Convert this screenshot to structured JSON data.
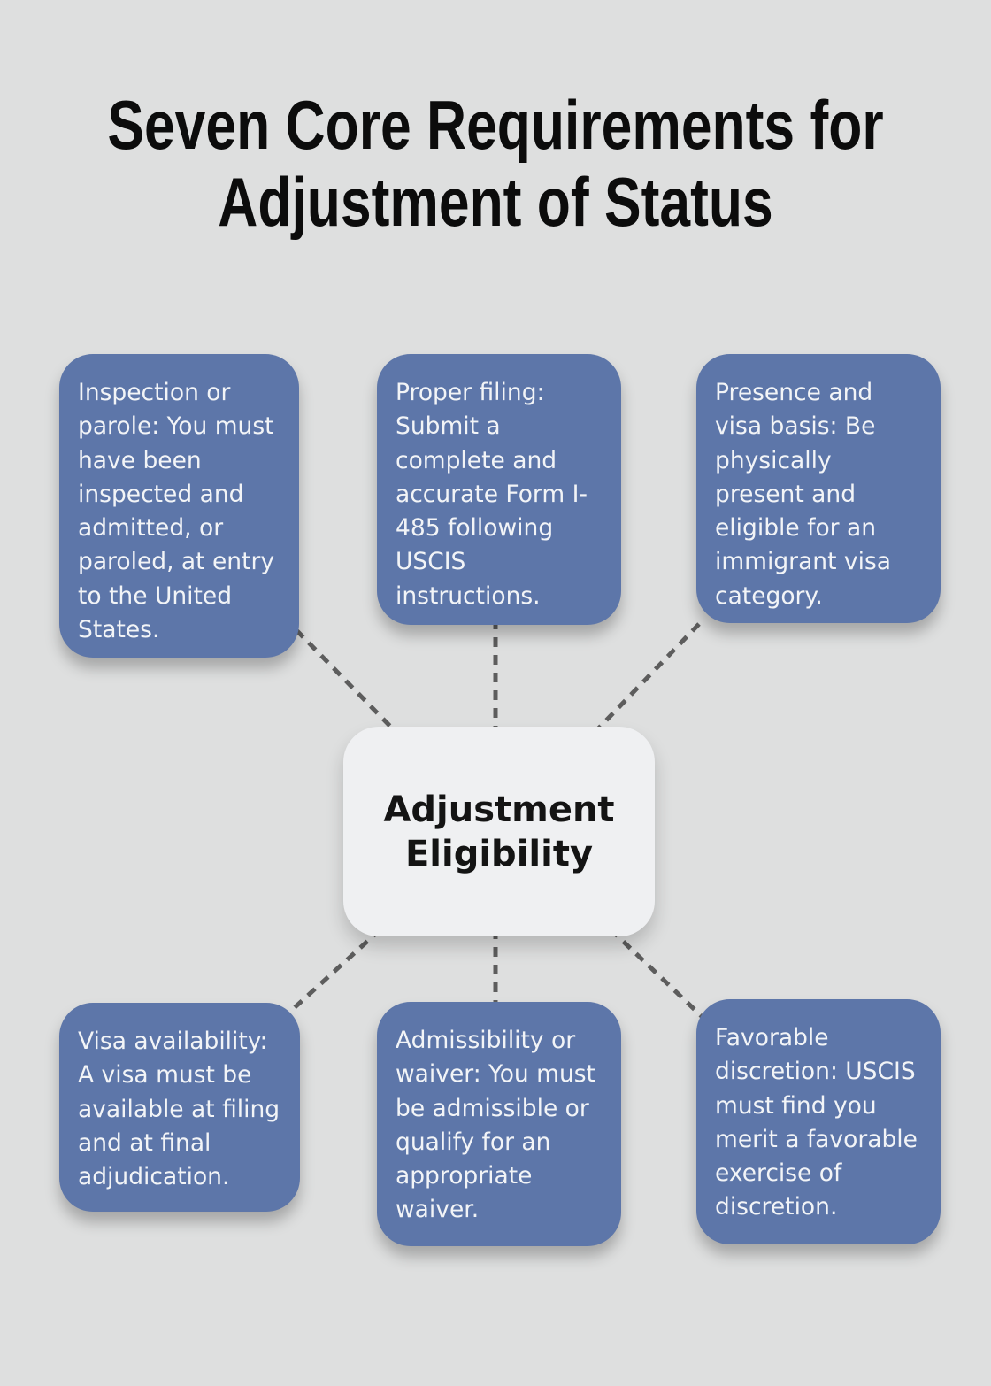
{
  "title": {
    "text": "Seven Core Requirements for Adjustment of Status",
    "lines": [
      "Seven Core Requirements for",
      "Adjustment of Status"
    ]
  },
  "center": {
    "label": "Adjustment Eligibility"
  },
  "nodes": [
    {
      "id": "inspection-or-parole",
      "text": "Inspection or parole: You must have been inspected and admitted, or paroled, at entry to the United States."
    },
    {
      "id": "proper-filing",
      "text": "Proper filing: Submit a complete and accurate Form I-485 following USCIS instructions."
    },
    {
      "id": "presence-and-visa-basis",
      "text": "Presence and visa basis: Be physically present and eligible for an immigrant visa category."
    },
    {
      "id": "visa-availability",
      "text": "Visa availability: A visa must be available at filing and at final adjudication."
    },
    {
      "id": "admissibility-or-waiver",
      "text": "Admissibility or waiver: You must be admissible or qualify for an appropriate waiver."
    },
    {
      "id": "favorable-discretion",
      "text": "Favorable discretion: USCIS must find you merit a favorable exercise of discretion."
    }
  ],
  "colors": {
    "bg": "#dedfdf",
    "node_fill": "#5d76a9",
    "node_text": "#f2f4f7",
    "center_fill": "#eff0f2",
    "center_text": "#141414",
    "title_color": "#0c0c0c",
    "connector": "#5d5d5d"
  }
}
